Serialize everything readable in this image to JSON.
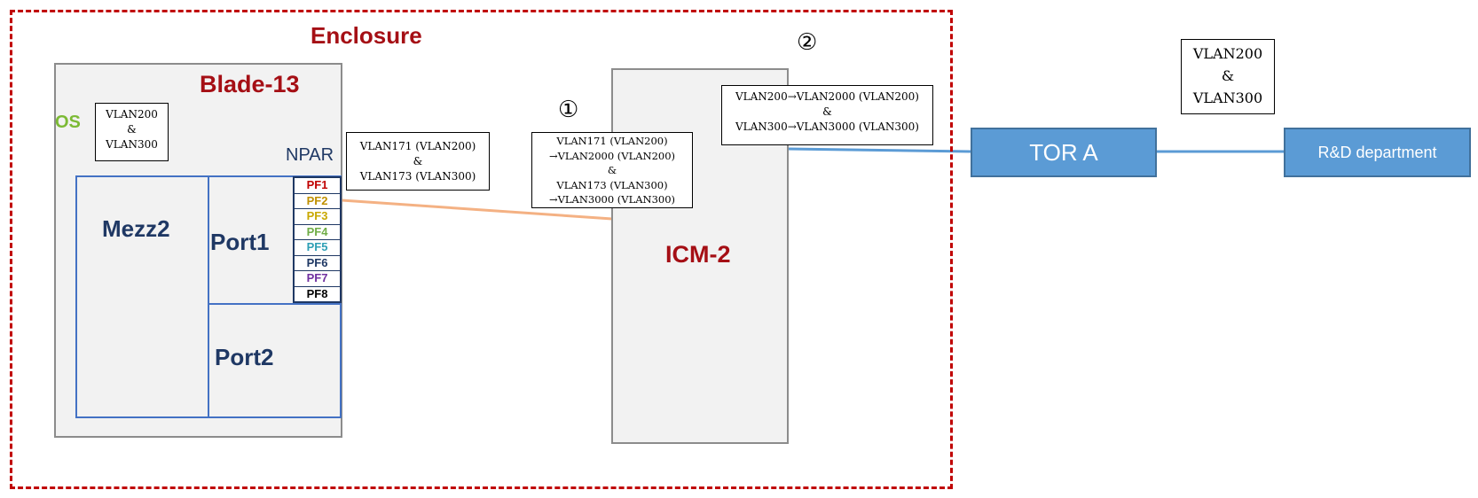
{
  "enclosure": {
    "title": "Enclosure"
  },
  "blade": {
    "title": "Blade-13",
    "os_label": "OS",
    "os_note": [
      "VLAN200",
      "&",
      "VLAN300"
    ],
    "npar_label": "NPAR",
    "mezz_label": "Mezz2",
    "port1_label": "Port1",
    "port2_label": "Port2",
    "pfs": [
      {
        "label": "PF1",
        "color": "#c00000"
      },
      {
        "label": "PF2",
        "color": "#c09000"
      },
      {
        "label": "PF3",
        "color": "#c9a800"
      },
      {
        "label": "PF4",
        "color": "#70ad47"
      },
      {
        "label": "PF5",
        "color": "#2e9fb5"
      },
      {
        "label": "PF6",
        "color": "#1f3864"
      },
      {
        "label": "PF7",
        "color": "#7030a0"
      },
      {
        "label": "PF8",
        "color": "#000000"
      }
    ]
  },
  "npar_note": [
    "VLAN171 (VLAN200)",
    "&",
    "VLAN173 (VLAN300)"
  ],
  "icm": {
    "label": "ICM-2",
    "step1_label": "①",
    "step1_note": [
      "VLAN171 (VLAN200)",
      "→VLAN2000 (VLAN200)",
      "&",
      "VLAN173 (VLAN300)",
      "→VLAN3000 (VLAN300)"
    ],
    "step2_label": "②",
    "step2_note": [
      "VLAN200→VLAN2000 (VLAN200)",
      "&",
      "VLAN300→VLAN3000 (VLAN300)"
    ]
  },
  "tor": {
    "label": "TOR A"
  },
  "uplink_note": [
    "VLAN200",
    "&",
    "VLAN300"
  ],
  "rd": {
    "label": "R&D department"
  },
  "colors": {
    "enclosure_border": "#c00000",
    "title_red": "#a50f15",
    "port_blue": "#4472c4",
    "node_blue": "#5b9bd5",
    "orange_link": "#f4b183",
    "blue_link": "#5b9bd5"
  }
}
